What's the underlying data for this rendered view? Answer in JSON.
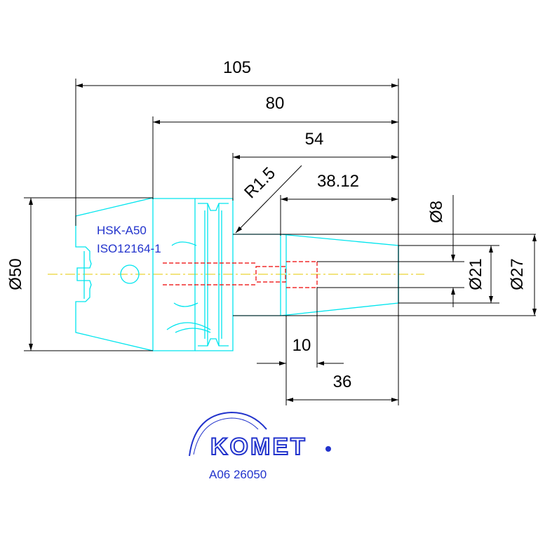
{
  "colors": {
    "outline": "#00e5ee",
    "dimension": "#000000",
    "center_line": "#e5c800",
    "hidden": "#ee0000",
    "text_blue": "#2233cc"
  },
  "dimensions": {
    "d105": "105",
    "d80": "80",
    "d54": "54",
    "d38": "38.12",
    "r15": "R1.5",
    "dia8": "Ø8",
    "dia21": "Ø21",
    "dia27": "Ø27",
    "dia50": "Ø50",
    "d10": "10",
    "d36": "36"
  },
  "labels": {
    "standard": "HSK-A50",
    "iso": "ISO12164-1"
  },
  "brand": {
    "name": "KOMET",
    "article": "A06 26050"
  },
  "icons": [
    "komet-logo-icon"
  ]
}
